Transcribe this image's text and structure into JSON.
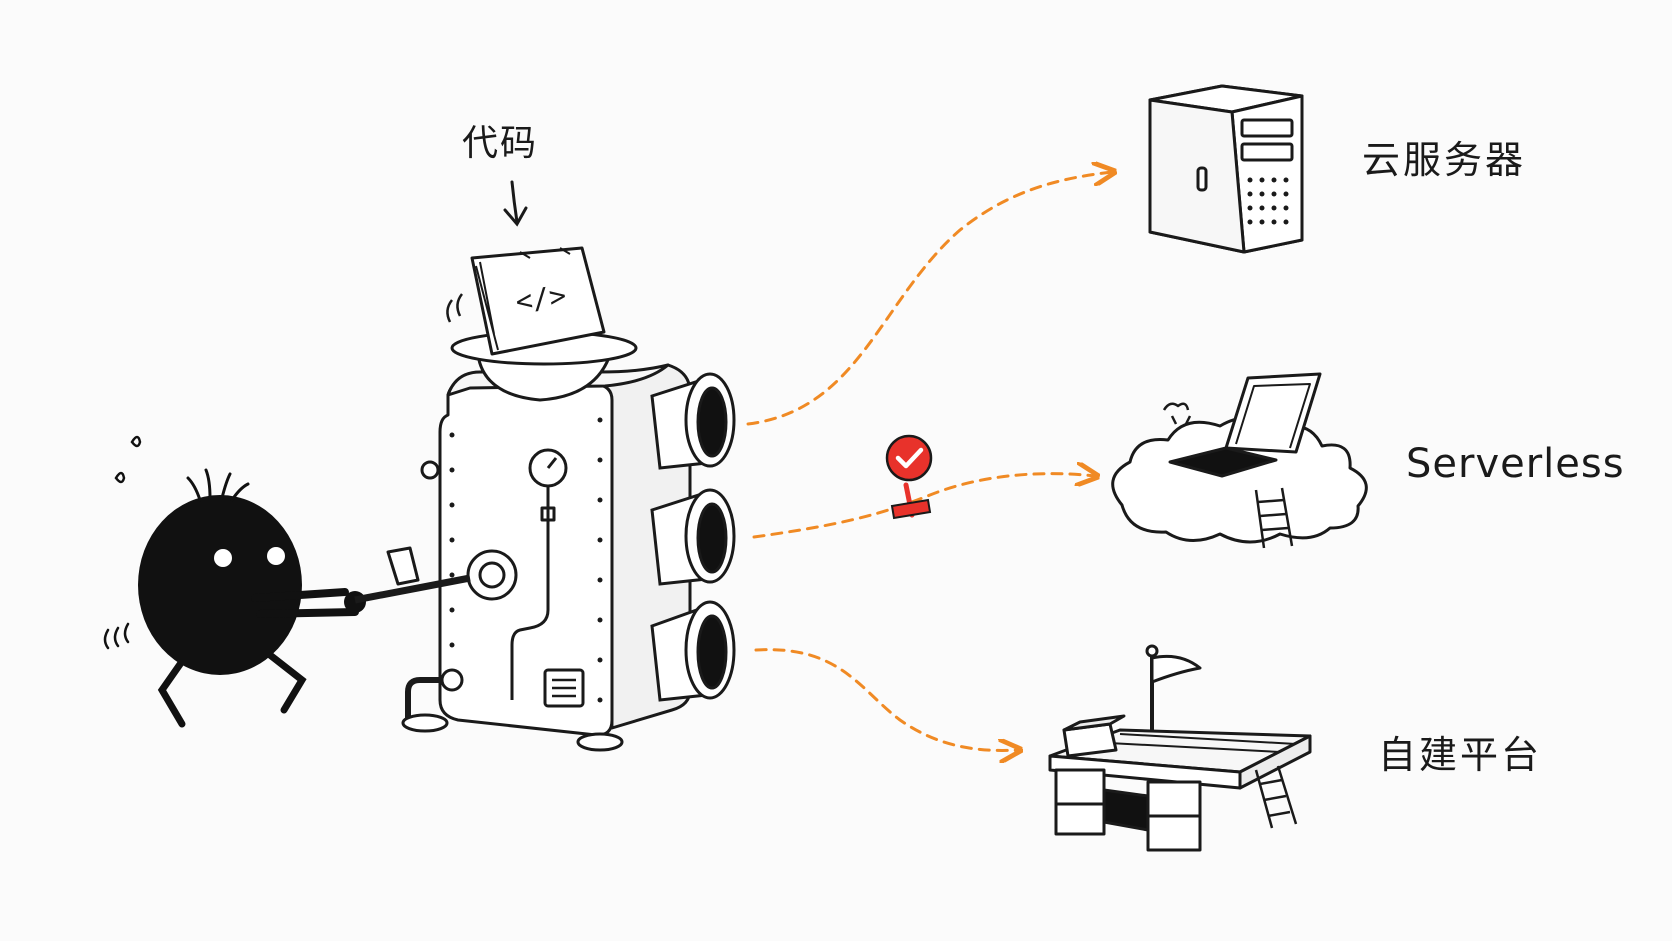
{
  "labels": {
    "code": "代码",
    "code_symbol": "</>",
    "cloud_server": "云服务器",
    "serverless": "Serverless",
    "self_hosted": "自建平台"
  },
  "colors": {
    "arrow": "#f08a24",
    "badge": "#e8322b",
    "ink": "#1a1a1a",
    "background": "#fbfbfb"
  },
  "icons": {
    "pin": "check-pin-icon",
    "server": "server-cabinet-icon",
    "cloud": "cloud-hatch-icon",
    "platform": "platform-flag-icon"
  }
}
